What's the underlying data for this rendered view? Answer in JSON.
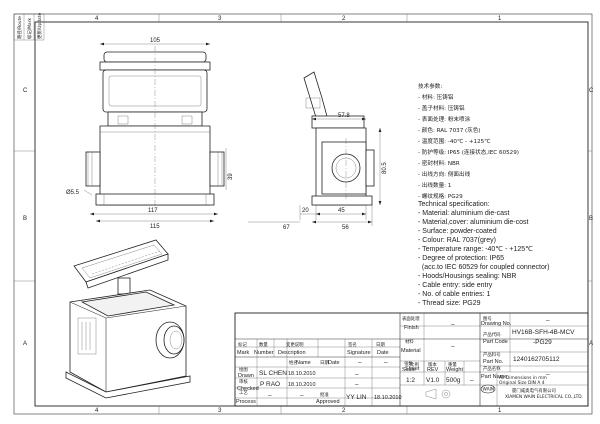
{
  "grid_labels": {
    "top": [
      "4",
      "3",
      "2",
      "1"
    ],
    "bottom": [
      "4",
      "3",
      "2",
      "1"
    ],
    "left": [
      "C",
      "B",
      "A"
    ],
    "right": [
      "C",
      "B",
      "A"
    ]
  },
  "corner_stamp": [
    "路径/Route",
    "标记/Mark",
    "更新/Update"
  ],
  "dimensions": {
    "front_width_outer": "117",
    "front_width_inner": "105",
    "front_width_base": "115",
    "front_height": "39",
    "mount_hole": "Ø5.5",
    "side_top": "57.8",
    "side_height": "80.5",
    "side_a": "67",
    "side_b": "20",
    "side_c": "45",
    "side_d": "56"
  },
  "spec_cn": {
    "title": "技术参数:",
    "lines": [
      "- 材料: 压铸铝",
      "- 盖子材料: 压铸铝",
      "- 表面处理: 粉末喷涂",
      "- 颜色: RAL 7037 (灰色)",
      "- 温度范围: -40℃ - +125℃",
      "- 防护等级: IP65 (连接状态,IEC 60529)",
      "- 密封材料: NBR",
      "- 出线方向: 侧面出线",
      "- 出线数量: 1",
      "- 螺纹规格: PG29"
    ]
  },
  "spec_en": {
    "title": "Technical specification:",
    "lines": [
      "- Material: aluminium die-cast",
      "- Material,cover: aluminium die-cost",
      "- Surface: powder-coated",
      "- Colour: RAL 7037(grey)",
      "- Temperature range: -40℃ - +125℃",
      "- Degree of protection: IP65",
      "  (acc.to IEC 60529 for coupled connector)",
      "- Hoods/Housings sealing: NBR",
      "- Cable entry: side entry",
      "- No. of cable entries: 1",
      "- Thread size: PG29"
    ]
  },
  "title_block": {
    "finish_cn": "表面处理",
    "finish": "Finish",
    "finish_val": "–",
    "material_cn": "材料",
    "material": "Material",
    "material_val": "–",
    "drawing_no_cn": "图号",
    "drawing_no": "Drawing No.",
    "drawing_no_val": "–",
    "part_code_cn": "产品代码",
    "part_code": "Part Code",
    "part_code_val_1": "HV16B-SFH-4B-MCV",
    "part_code_val_2": "-PG29",
    "part_no_cn": "产品料号",
    "part_no": "Part No.",
    "part_no_val": "1240162705112",
    "part_name_cn": "产品名称",
    "part_name": "Part Name",
    "part_name_val": "–",
    "mark_cn": "标记",
    "mark": "Mark",
    "number_cn": "数量",
    "number": "Number",
    "desc_cn": "变更说明",
    "desc": "Description",
    "sig_cn": "签名",
    "sig": "Signature",
    "date_cn": "日期",
    "date": "Date",
    "name_cn": "姓名",
    "name": "Name",
    "drawn_cn": "绘图",
    "drawn": "Drawn",
    "drawn_name": "SL CHEN",
    "drawn_date": "18.10.2010",
    "checked_cn": "审核",
    "checked": "Checked",
    "checked_name": "P RAO",
    "checked_date": "18.10.2010",
    "process_cn": "工艺",
    "process": "Process",
    "approved_cn": "批准",
    "approved": "Approved",
    "approved_name": "YY LIN",
    "approved_date": "18.10.2010",
    "sheet_cn": "张数",
    "sheet": "Sheet",
    "scale_cn": "比例",
    "scale": "Scale",
    "scale_val": "1:2",
    "rev_cn": "版本",
    "rev": "REV",
    "rev_val": "V1.0",
    "weight_cn": "重量",
    "weight": "Weight",
    "weight_val": "500g",
    "dash": "–",
    "dims_note_1": "All Dimensions in mm",
    "dims_note_2": "Original Size DIN A 4",
    "company_cn": "厦门威奥电气有限公司",
    "company_en": "XIAMEN WAIN ELECTRICAL CO.,LTD.",
    "logo": "WAIN"
  }
}
